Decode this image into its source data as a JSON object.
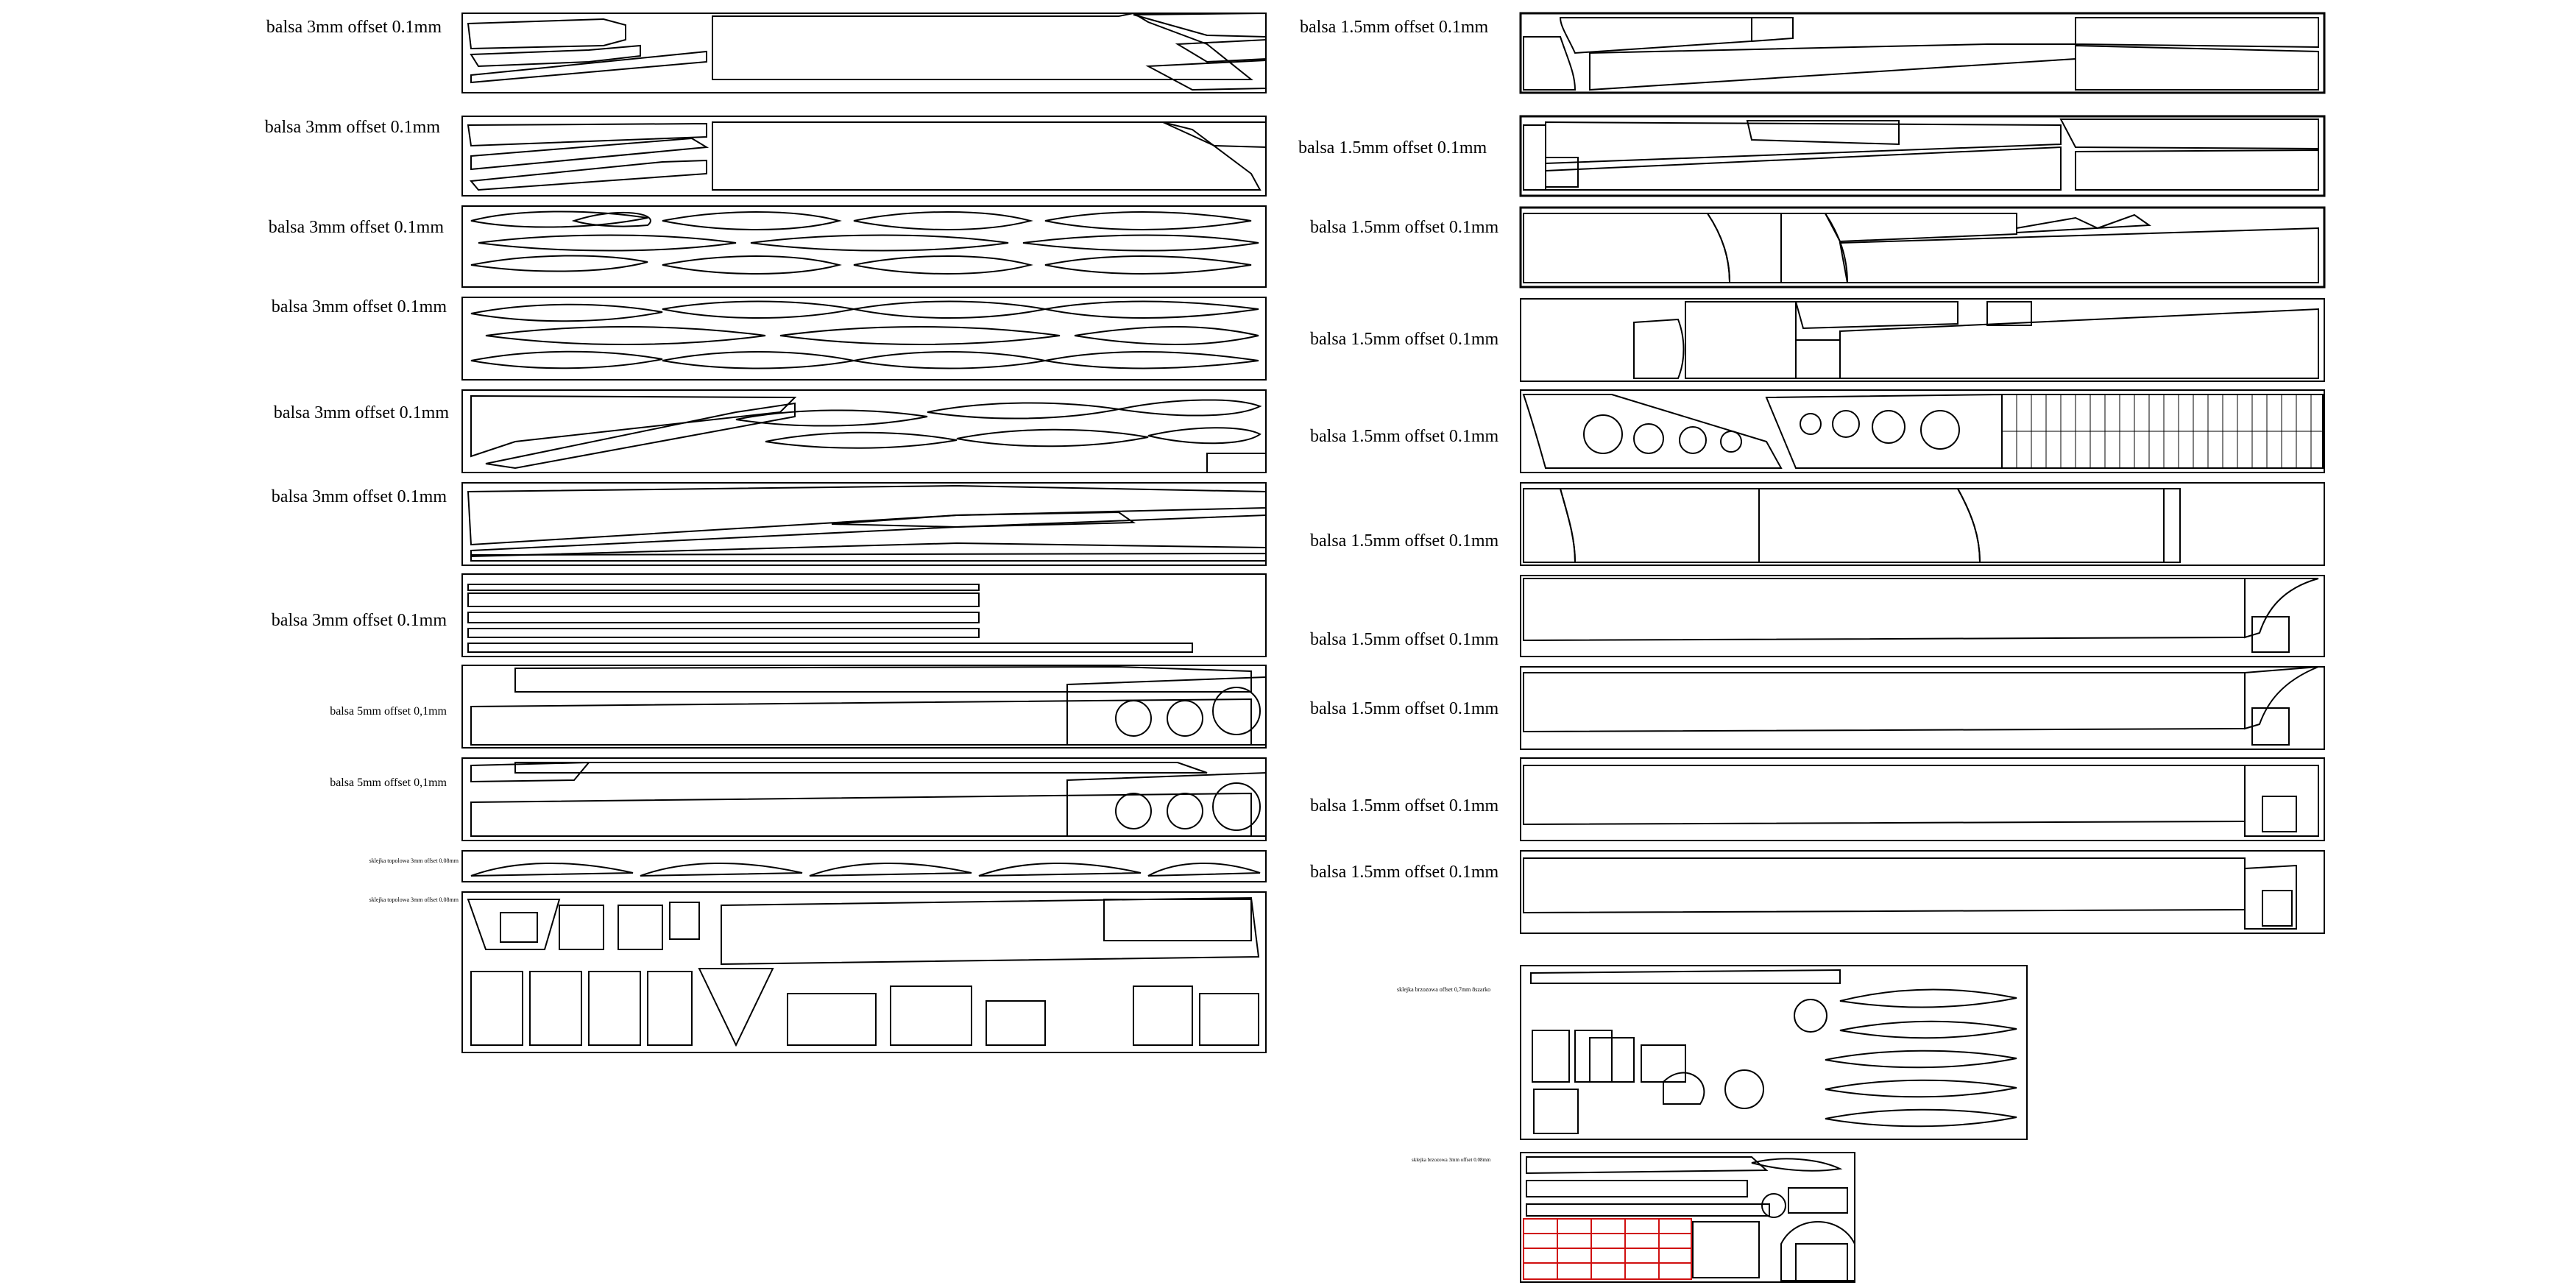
{
  "left_column": {
    "sheets": [
      {
        "label": "balsa 3mm offset 0.1mm"
      },
      {
        "label": "balsa 3mm offset 0.1mm"
      },
      {
        "label": "balsa 3mm offset 0.1mm"
      },
      {
        "label": "balsa 3mm offset 0.1mm"
      },
      {
        "label": "balsa 3mm offset 0.1mm"
      },
      {
        "label": "balsa 3mm offset 0.1mm"
      },
      {
        "label": "balsa 3mm offset 0.1mm"
      },
      {
        "label": "balsa 5mm offset 0,1mm"
      },
      {
        "label": "balsa 5mm offset 0,1mm"
      },
      {
        "label": "sklejka topolowa 3mm offset 0.08mm"
      },
      {
        "label": "sklejka topolowa 3mm offset 0.08mm"
      }
    ]
  },
  "right_column": {
    "sheets": [
      {
        "label": "balsa 1.5mm offset 0.1mm"
      },
      {
        "label": "balsa 1.5mm offset 0.1mm"
      },
      {
        "label": "balsa 1.5mm offset 0.1mm"
      },
      {
        "label": "balsa 1.5mm offset 0.1mm"
      },
      {
        "label": "balsa 1.5mm offset 0.1mm"
      },
      {
        "label": "balsa 1.5mm offset 0.1mm"
      },
      {
        "label": "balsa 1.5mm offset 0.1mm"
      },
      {
        "label": "balsa 1.5mm offset 0.1mm"
      },
      {
        "label": "balsa 1.5mm offset 0.1mm"
      },
      {
        "label": "balsa 1.5mm offset 0.1mm"
      },
      {
        "label": "sklejka brzozowa offset 0,7mm 8szarko"
      },
      {
        "label": "sklejka brzozowa 3mm offset 0.08mm"
      }
    ]
  },
  "colors": {
    "line": "#000000",
    "highlight": "#d01010"
  }
}
